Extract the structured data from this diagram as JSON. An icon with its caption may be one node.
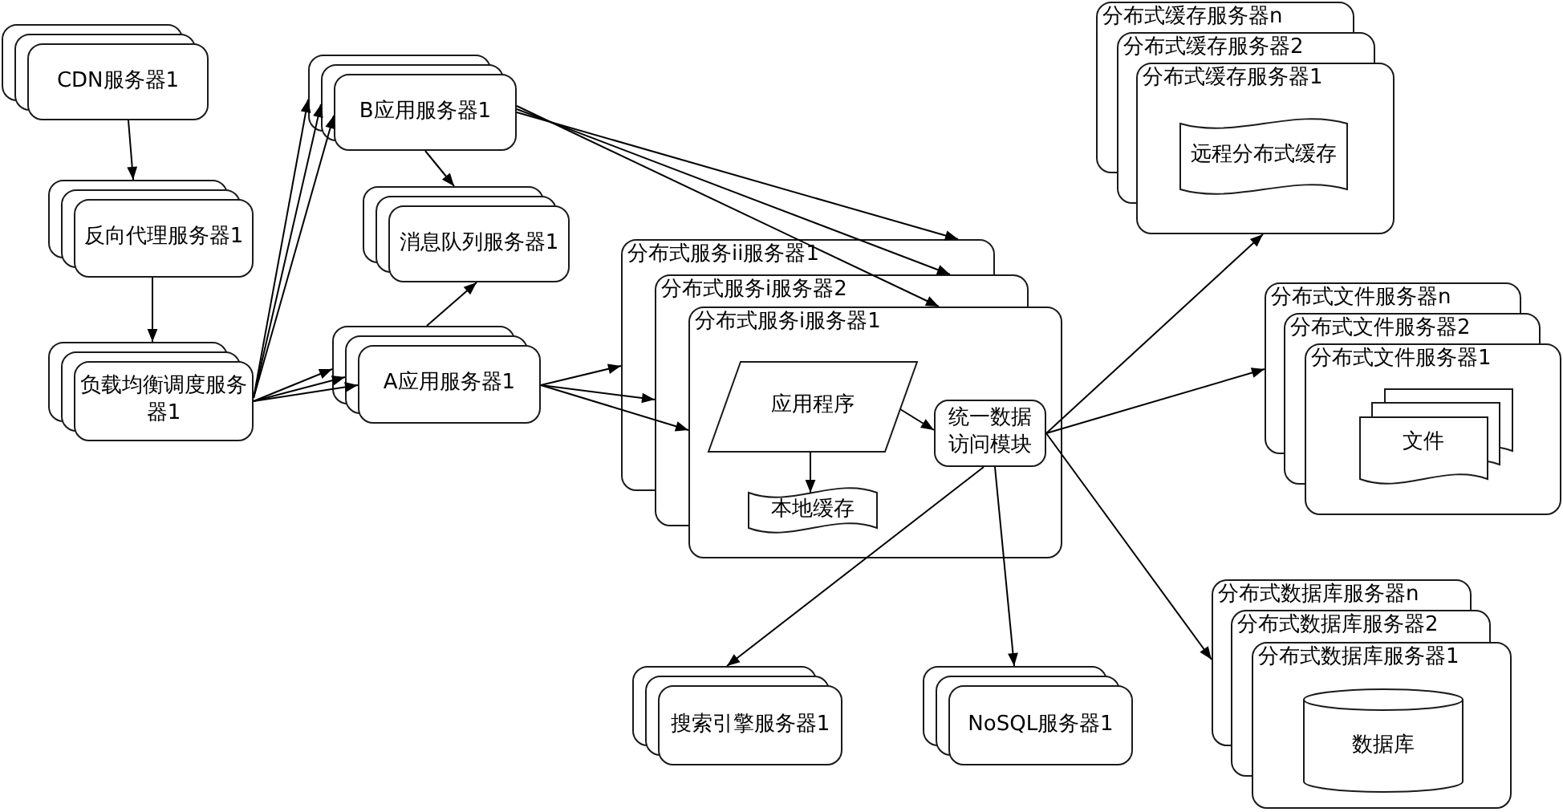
{
  "diagram": {
    "nodes": [
      {
        "text": [
          "CDN服务器1"
        ]
      },
      {
        "text": [
          "反向代理服务器1"
        ]
      },
      {
        "text": [
          "负载均衡调度服务器1"
        ]
      },
      {
        "text": [
          "B应用服务器1"
        ]
      },
      {
        "text": [
          "消息队列服务器1"
        ]
      },
      {
        "text": [
          "A应用服务器1"
        ]
      },
      {
        "text": [
          "分布式服务ii服务器1",
          "分布式服务i服务器2",
          "分布式服务i服务器1"
        ]
      },
      {
        "text": [
          "应用程序"
        ],
        "in": 6
      },
      {
        "text": [
          "本地缓存"
        ],
        "in": 6
      },
      {
        "text": [
          "统一数据访问模块"
        ],
        "in": 6
      },
      {
        "text": [
          "分布式缓存服务器n",
          "分布式缓存服务器2",
          "分布式缓存服务器1"
        ]
      },
      {
        "text": [
          "远程分布式缓存"
        ],
        "in": 10
      },
      {
        "text": [
          "分布式文件服务器n",
          "分布式文件服务器2",
          "分布式文件服务器1"
        ]
      },
      {
        "text": [
          "文件"
        ],
        "in": 12
      },
      {
        "text": [
          "搜索引擎服务器1"
        ]
      },
      {
        "text": [
          "NoSQL服务器1"
        ]
      },
      {
        "text": [
          "分布式数据库服务器n",
          "分布式数据库服务器2",
          "分布式数据库服务器1"
        ]
      },
      {
        "text": [
          "数据库"
        ],
        "in": 16
      }
    ],
    "edges": [
      {
        "from": 0,
        "to": 1,
        "arrow": "to"
      },
      {
        "from": 1,
        "to": 2,
        "arrow": "to"
      },
      {
        "from": 2,
        "to": 3,
        "arrow": "to"
      },
      {
        "from": 2,
        "to": 3,
        "arrow": "to"
      },
      {
        "from": 2,
        "to": 3,
        "arrow": "to"
      },
      {
        "from": 2,
        "to": 5,
        "arrow": "to"
      },
      {
        "from": 2,
        "to": 5,
        "arrow": "to"
      },
      {
        "from": 2,
        "to": 5,
        "arrow": "to"
      },
      {
        "from": 3,
        "to": 4,
        "arrow": "to"
      },
      {
        "from": 5,
        "to": 4,
        "arrow": "to"
      },
      {
        "from": 3,
        "to": 6,
        "arrow": "to"
      },
      {
        "from": 3,
        "to": 6,
        "arrow": "to"
      },
      {
        "from": 3,
        "to": 6,
        "arrow": "to"
      },
      {
        "from": 5,
        "to": 6,
        "arrow": "to"
      },
      {
        "from": 5,
        "to": 6,
        "arrow": "to"
      },
      {
        "from": 5,
        "to": 6,
        "arrow": "to"
      },
      {
        "from": 7,
        "to": 8,
        "arrow": "to"
      },
      {
        "from": 7,
        "to": 9,
        "arrow": "to"
      },
      {
        "from": 9,
        "to": 10,
        "arrow": "to"
      },
      {
        "from": 9,
        "to": 12,
        "arrow": "to"
      },
      {
        "from": 9,
        "to": 16,
        "arrow": "to"
      },
      {
        "from": 9,
        "to": 14,
        "arrow": "to"
      },
      {
        "from": 9,
        "to": 15,
        "arrow": "to"
      }
    ]
  }
}
